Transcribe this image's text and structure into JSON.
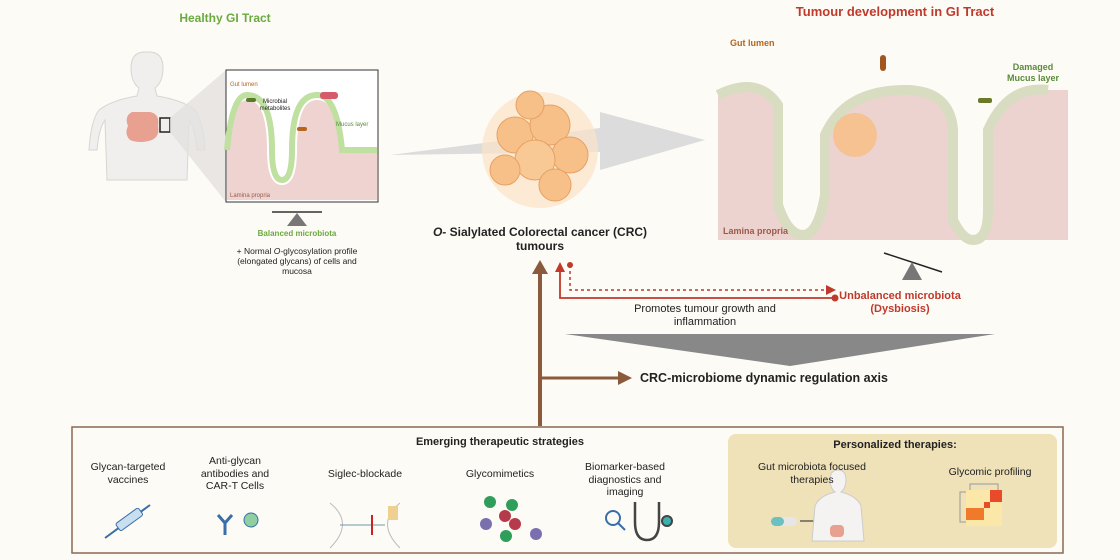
{
  "healthy": {
    "title": "Healthy GI Tract",
    "gut_lumen": "Gut lumen",
    "metabolites": "Microbial metabolites",
    "mucus": "Mucus layer",
    "lamina": "Lamina propria",
    "balance": "Balanced microbiota",
    "profile_prefix": "+ Normal ",
    "profile_o": "O",
    "profile_rest": "-glycosylation profile (elongated glycans)  of cells and mucosa"
  },
  "tumour": {
    "title": "Tumour development in GI Tract",
    "gut_lumen": "Gut lumen",
    "mucus": "Damaged Mucus layer",
    "lamina": "Lamina propria",
    "dysbiosis_1": "Unbalanced microbiota",
    "dysbiosis_2": "(Dysbiosis)"
  },
  "center": {
    "crc_o": "O-",
    "crc_rest": " Sialylated Colorectal cancer (CRC) tumours",
    "promotes": "Promotes tumour growth and inflammation",
    "axis": "CRC-microbiome dynamic regulation axis"
  },
  "strategies": {
    "title": "Emerging therapeutic strategies",
    "items": [
      {
        "label": "Glycan-targeted vaccines",
        "icon": "syringe-icon"
      },
      {
        "label": "Anti-glycan antibodies and CAR-T Cells",
        "icon": "antibody-icon"
      },
      {
        "label": "Siglec-blockade",
        "icon": "siglec-blockade-icon"
      },
      {
        "label": "Glycomimetics",
        "icon": "glycomimetics-icon"
      },
      {
        "label": "Biomarker-based diagnostics and imaging",
        "icon": "stethoscope-icon"
      }
    ]
  },
  "personalized": {
    "title": "Personalized therapies:",
    "items": [
      {
        "label": "Gut microbiota focused therapies",
        "icon": "pill-body-icon"
      },
      {
        "label": "Glycomic profiling",
        "icon": "heatmap-icon"
      }
    ]
  },
  "colors": {
    "healthy_green": "#6aaa3f",
    "tumour_red": "#c0392b",
    "axis_brown": "#8b5a3c",
    "panel_fill": "#efe1b8"
  }
}
